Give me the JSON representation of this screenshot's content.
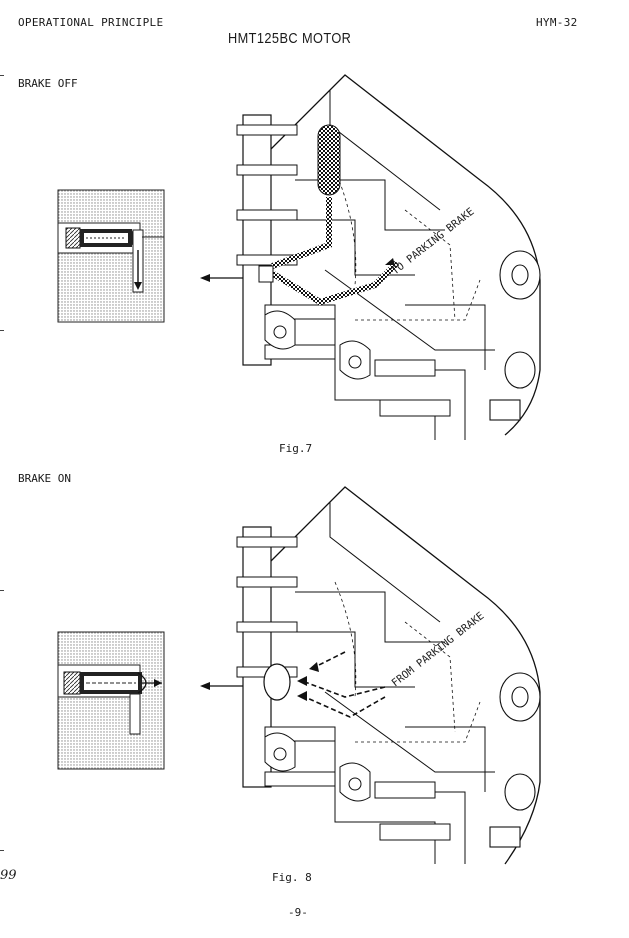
{
  "header": {
    "left": "OPERATIONAL PRINCIPLE",
    "title": "HMT125BC MOTOR",
    "right": "HYM-32"
  },
  "sections": [
    {
      "label": "BRAKE OFF",
      "caption": "Fig.7",
      "flow_label": "TO PARKING BRAKE"
    },
    {
      "label": "BRAKE ON",
      "caption": "Fig. 8",
      "flow_label": "FROM PARKING BRAKE"
    }
  ],
  "margin_note": "99",
  "page_number": "-9-"
}
